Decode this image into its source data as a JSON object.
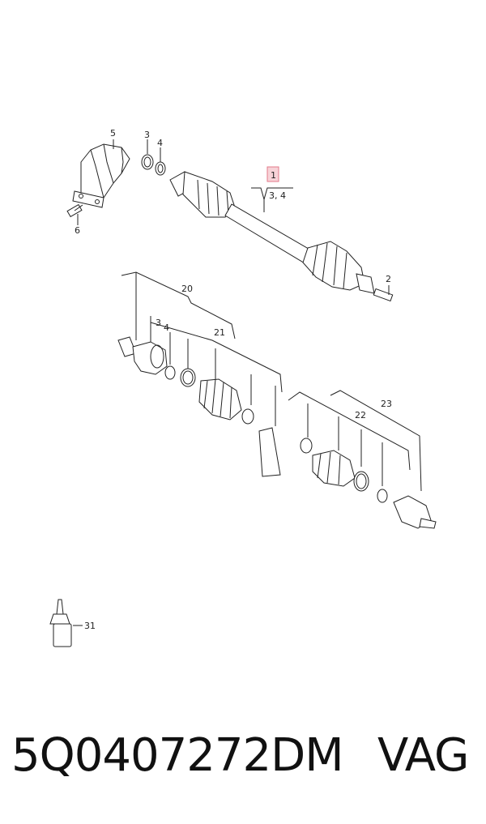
{
  "diagram": {
    "labels": {
      "item_1": "1",
      "item_1_sub": "3, 4",
      "item_2": "2",
      "item_3_top": "3",
      "item_4_top": "4",
      "item_5": "5",
      "item_6": "6",
      "item_20": "20",
      "item_3_mid": "3",
      "item_4_mid": "4",
      "item_21": "21",
      "item_22": "22",
      "item_23": "23",
      "item_31": "31"
    },
    "highlight_color": "#f7d3d8"
  },
  "footer": {
    "part_number": "5Q0407272DM",
    "brand": "VAG"
  }
}
